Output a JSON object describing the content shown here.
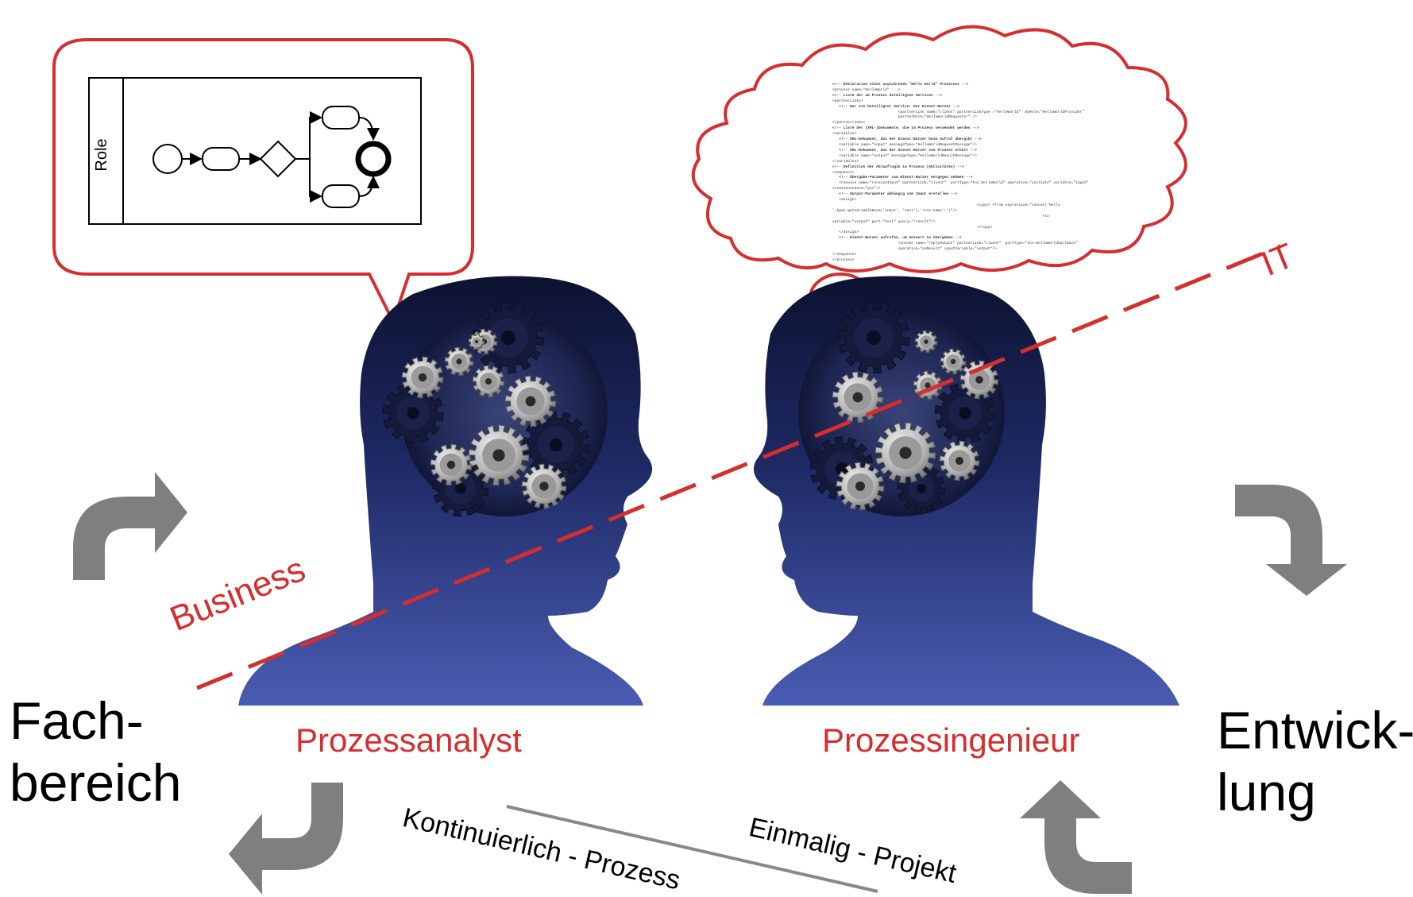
{
  "labels": {
    "left_area_line1": "Fach-",
    "left_area_line2": "bereich",
    "right_area_line1": "Entwick-",
    "right_area_line2": "lung",
    "left_role": "Prozessanalyst",
    "right_role": "Prozessingenieur",
    "business": "Business",
    "it": "IT",
    "continuous": "Kontinuierlich - Prozess",
    "onetime": "Einmalig - Projekt",
    "bpmn_lane": "Role"
  },
  "xml_lines": [
    {
      "t": "<!-- Deklaration eines asynchronen \"Hello World\" Prozesses -->",
      "b": true
    },
    {
      "t": "<process name=\"HelloWorld\" ...>",
      "b": false
    },
    {
      "t": "<!-- Liste der am Prozess beteiligten Services -->",
      "b": true
    },
    {
      "t": "<partnerLinks>",
      "b": false
    },
    {
      "t": "   <!-- Nur ein beteiligter Service: Der Dienst-Nutzer -->",
      "b": true
    },
    {
      "t": "                              <partnerLink name=\"client\" partnerLinkType =\"HelloWorld\"  myRole=\"HelloWorldProvider\"",
      "b": false
    },
    {
      "t": "                              partnerRole=\"HelloWorldRequester\" />",
      "b": false
    },
    {
      "t": "</partnerLinks>",
      "b": false
    },
    {
      "t": "<!-- Liste der (XML-)Dokumente, die im Prozess verwendet werden -->",
      "b": true
    },
    {
      "t": "<variables>",
      "b": false
    },
    {
      "t": "   <!-- XML-Dokument, das der Dienst-Nutzer beim Aufruf übergibt -->",
      "b": true
    },
    {
      "t": "   <variable name=\"input\" messageType=\"HelloWorldRequestMessage\"/>",
      "b": false
    },
    {
      "t": "   <!-- XML-Dokument, das der Dienst-Nutzer vom Prozess erhält -->",
      "b": true
    },
    {
      "t": "   <variable name=\"output\" messageType=\"HelloWorldResultMessage\"/>",
      "b": false
    },
    {
      "t": "</variables>",
      "b": false
    },
    {
      "t": "<!-- Definition der Ablauflogik im Prozess (Aktivitäten) -->",
      "b": true
    },
    {
      "t": "<sequence>",
      "b": false
    },
    {
      "t": "   <!-- Übergabe-Parameter vom Dienst-Nutzer entgegen nehmen -->",
      "b": true
    },
    {
      "t": "   <receive name=\"receiveInput\" partnerLink=\"client\"  portType=\"tns:HelloWorld\" operation=\"initiate\" variable=\"input\"",
      "b": false
    },
    {
      "t": "createInstance=\"yes\"/>",
      "b": false
    },
    {
      "t": "   <!-- Output-Parameter abhängig vom Input erstellen -->",
      "b": true
    },
    {
      "t": "   <assign>",
      "b": false
    },
    {
      "t": "                                                                  <copy> <from expression=\"concat('Hello",
      "b": false
    },
    {
      "t": "',bpws:getVariableData('input', 'text'),'!tns:name'!')\"/>",
      "b": false
    },
    {
      "t": "                                                                                                <to",
      "b": false
    },
    {
      "t": "variable=\"output\" part=\"text\" query=\"/result\"/>",
      "b": false
    },
    {
      "t": "                                                                  </copy>",
      "b": false
    },
    {
      "t": "   </assign>",
      "b": false
    },
    {
      "t": "   <!-- Dienst-Nutzer aufrufen, um Antwort zu übergeben -->",
      "b": true
    },
    {
      "t": "                              <invoke name=\"replyOutput\" partnerLink=\"client\"  portType=\"tns:HelloWorldCallback\"",
      "b": false
    },
    {
      "t": "                              operation=\"onResult\" inputVariable=\"output\"/>",
      "b": false
    },
    {
      "t": "</sequence>",
      "b": false
    },
    {
      "t": "</process>",
      "b": false
    }
  ],
  "colors": {
    "accent_red": "#d42e2e",
    "arrow_gray": "#7f7f7f",
    "head_dark": "#0d1230",
    "head_light": "#4a5db3"
  }
}
